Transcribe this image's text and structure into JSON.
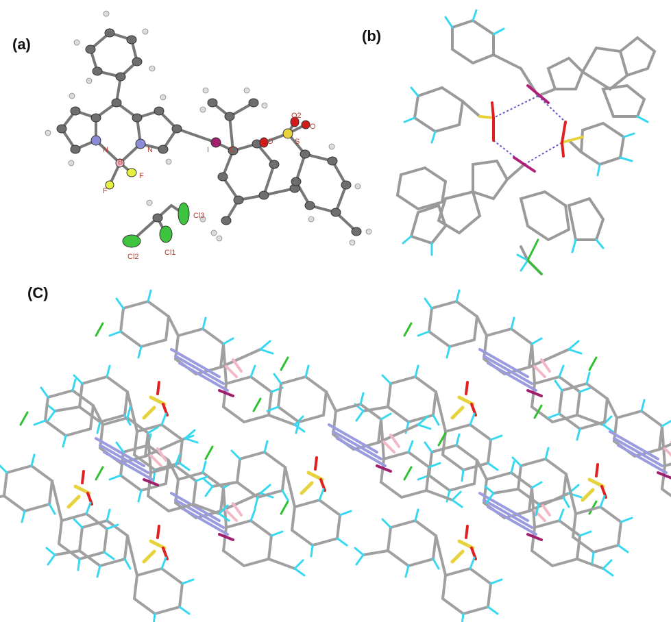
{
  "panels": {
    "a": "(a)",
    "b": "(b)",
    "c": "(C)"
  },
  "atom_labels": {
    "n_left": "N",
    "n_right": "N",
    "b": "B",
    "f1": "F",
    "f2": "F",
    "iodine": "I",
    "carbon": "C",
    "s": "S",
    "o1": "O",
    "o2": "O2",
    "o3": "O",
    "cl1": "Cl1",
    "cl2": "Cl2",
    "cl3": "Cl3"
  },
  "colors": {
    "carbon": "#8c8c8c",
    "hydrogen": "#38d8f0",
    "nitrogen": "#9b9be0",
    "boron": "#f2b8c6",
    "fluorine": "#f0f040",
    "iodine": "#a0206e",
    "sulfur": "#e6d23c",
    "oxygen": "#e02020",
    "chlorine": "#30c030",
    "label": "#c0392b"
  }
}
